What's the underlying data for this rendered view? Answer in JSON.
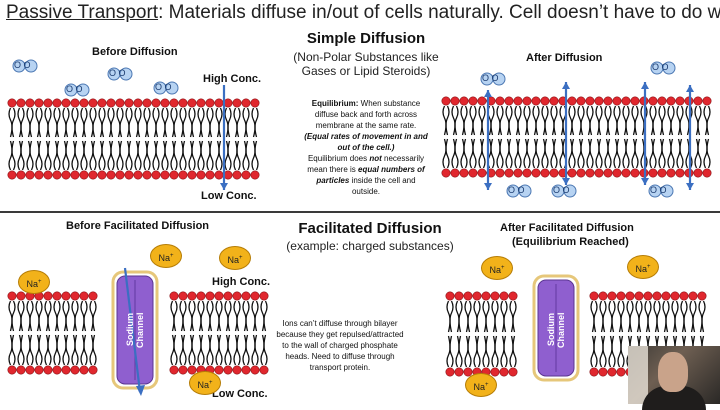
{
  "header": {
    "title_bold": "Passive Transport",
    "title_rest": ": Materials diffuse in/out of cells naturally. Cell doesn’t have to do work."
  },
  "simple": {
    "title": "Simple Diffusion",
    "subtitle": "(Non-Polar Substances like Gases or Lipid Steroids)",
    "before_label": "Before Diffusion",
    "after_label": "After Diffusion",
    "high_conc": "High Conc.",
    "low_conc": "Low Conc.",
    "molecule_label": "O O",
    "equilibrium_heading": "Equilibrium:",
    "equilibrium_text_1": " When substance diffuse back and forth across membrane at the same rate.",
    "equilibrium_text_2": "(Equal rates of movement in and out of the cell.)",
    "equilibrium_text_3": "Equilibrium does ",
    "equilibrium_not": "not",
    "equilibrium_text_4": " necessarily mean there is ",
    "equilibrium_equal": "equal numbers of particles",
    "equilibrium_text_5": " inside the cell and outside."
  },
  "facilitated": {
    "title": "Facilitated Diffusion",
    "subtitle": "(example: charged substances)",
    "before_label": "Before Facilitated Diffusion",
    "after_label": "After Facilitated Diffusion",
    "after_sublabel": "(Equilibrium Reached)",
    "high_conc": "High Conc.",
    "low_conc": "Low Conc.",
    "ion_label": "Na",
    "ion_charge": "+",
    "channel_label": "Sodium Channel",
    "note": "Ions can’t diffuse through bilayer because they get repulsed/attracted to the wall of charged phosphate heads. Need to diffuse through transport protein."
  },
  "colors": {
    "phosphate_head": "#e0272e",
    "arrow": "#3b6fc2",
    "channel": "#8f5fcf",
    "ion": "#f2b21a",
    "molecule": "#b7d3f2"
  }
}
